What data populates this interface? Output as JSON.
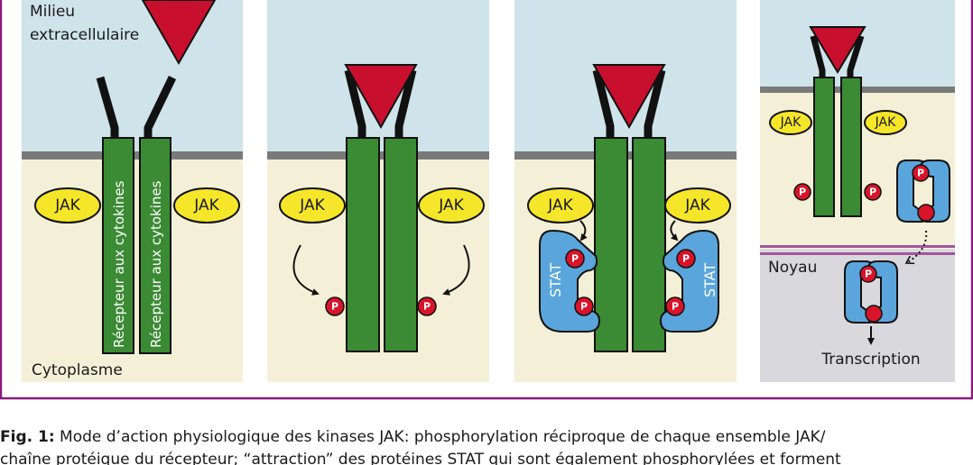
{
  "labels": {
    "milieu_line1": "Milieu",
    "milieu_line2": "extracellulaire",
    "cytoplasme": "Cytoplasme",
    "recepteur": "Récepteur aux cytokines",
    "jak": "JAK",
    "stat": "STAT",
    "phospho": "P",
    "noyau": "Noyau",
    "transcription": "Transcription"
  },
  "caption": {
    "fig_label": "Fig. 1:",
    "line1": "Mode d’action physiologique des kinases JAK: phosphorylation réciproque de chaque ensemble JAK/",
    "line2": "chaîne protéique du récepteur; “attraction” des protéines STAT qui sont également phosphorylées et forment"
  },
  "colors": {
    "extracellular": "#cfe3ea",
    "cytoplasm": "#f4f0d8",
    "nucleus": "#d9d8dc",
    "membrane": "#7a7a7a",
    "nuclear_membrane": "#a0569c",
    "frame": "#8b1a7f",
    "receptor": "#3b8a34",
    "cytokine": "#c8102e",
    "jak": "#f5e62a",
    "stat": "#5aa6dc",
    "phospho": "#d8142a"
  }
}
